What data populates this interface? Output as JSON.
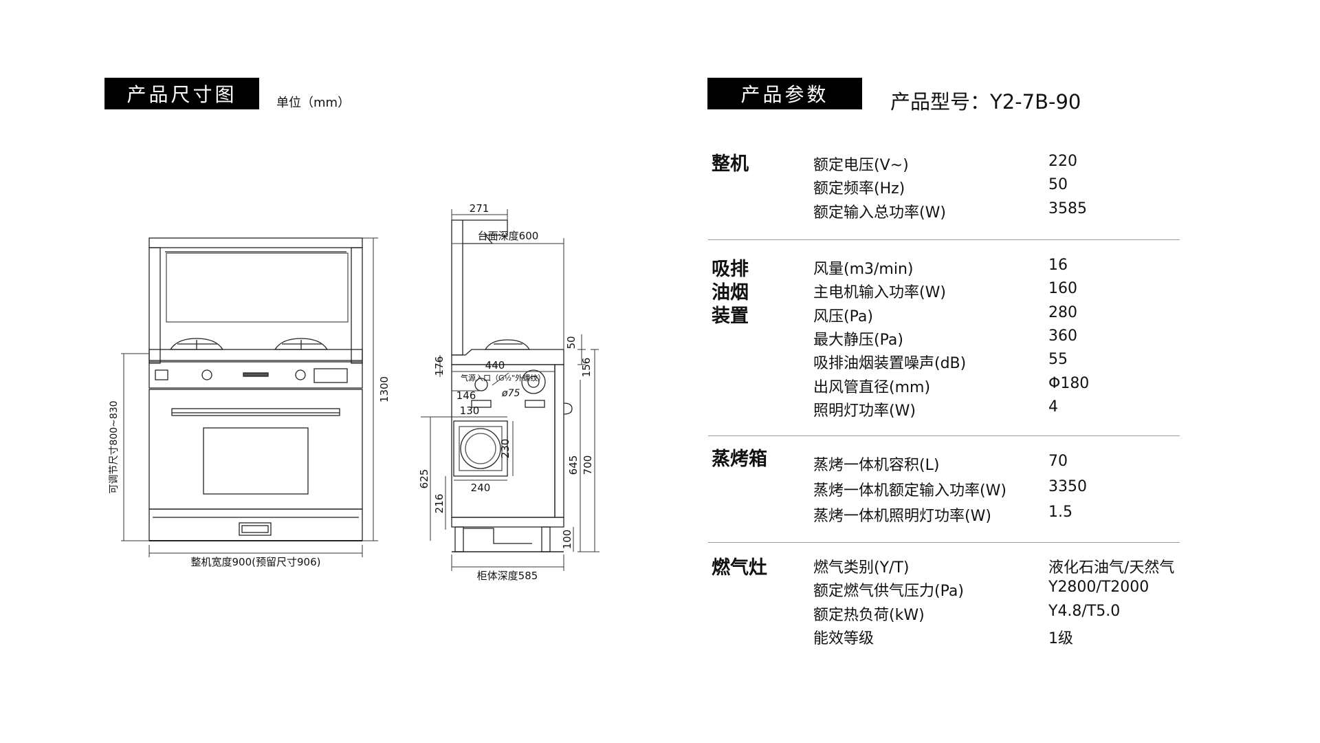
{
  "left_tag": "产品尺寸图",
  "unit_label": "单位（mm）",
  "right_tag": "产品参数",
  "model_line": "产品型号：Y2-7B-90",
  "drawing": {
    "front_height": "1300",
    "front_adjustable": "可调节尺寸800~830",
    "front_width": "整机宽度900(预留尺寸906)",
    "side_top": "271",
    "side_counter_depth": "台面深度600",
    "side_50": "50",
    "side_156": "156",
    "side_176": "176",
    "side_440": "440",
    "side_gas_inlet": "气源入口（G½\"外螺纹）",
    "side_146": "146",
    "side_phi75": "ø75",
    "side_130": "130",
    "side_625": "625",
    "side_216": "216",
    "side_230": "230",
    "side_240": "240",
    "side_645": "645",
    "side_700": "700",
    "side_100": "100",
    "side_cabinet_depth": "柜体深度585"
  },
  "groups": [
    {
      "name": "整机",
      "name_lines": [
        "整机"
      ],
      "params": [
        {
          "label": "额定电压(V~)",
          "value": "220"
        },
        {
          "label": "额定频率(Hz)",
          "value": "50"
        },
        {
          "label": "额定输入总功率(W)",
          "value": "3585"
        }
      ]
    },
    {
      "name": "吸排油烟装置",
      "name_lines": [
        "吸排",
        "油烟",
        "装置"
      ],
      "params": [
        {
          "label": "风量(m3/min)",
          "value": "16"
        },
        {
          "label": "主电机输入功率(W)",
          "value": "160"
        },
        {
          "label": "风压(Pa)",
          "value": "280"
        },
        {
          "label": "最大静压(Pa)",
          "value": "360"
        },
        {
          "label": "吸排油烟装置噪声(dB)",
          "value": "55"
        },
        {
          "label": "出风管直径(mm)",
          "value": "Φ180"
        },
        {
          "label": "照明灯功率(W)",
          "value": "4"
        }
      ]
    },
    {
      "name": "蒸烤箱",
      "name_lines": [
        "蒸烤箱"
      ],
      "params": [
        {
          "label": "蒸烤一体机容积(L)",
          "value": "70"
        },
        {
          "label": "蒸烤一体机额定输入功率(W)",
          "value": "3350"
        },
        {
          "label": "蒸烤一体机照明灯功率(W)",
          "value": "1.5"
        }
      ]
    },
    {
      "name": "燃气灶",
      "name_lines": [
        "燃气灶"
      ],
      "params": [
        {
          "label": "燃气类别(Y/T)",
          "value": "液化石油气/天然气"
        },
        {
          "label": "额定燃气供气压力(Pa)",
          "value": "Y2800/T2000"
        },
        {
          "label": "额定热负荷(kW)",
          "value": "Y4.8/T5.0"
        },
        {
          "label": "能效等级",
          "value": "1级"
        }
      ]
    }
  ]
}
